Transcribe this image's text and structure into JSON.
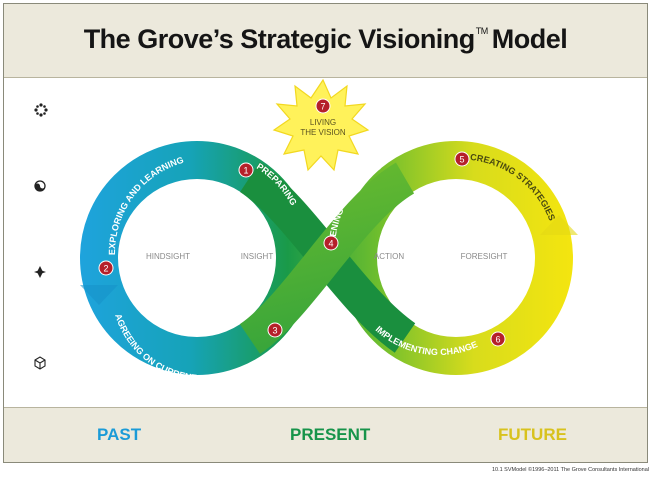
{
  "title": {
    "main": "The Grove’s Strategic Visioning",
    "trademark": "TM",
    "suffix": "Model"
  },
  "stages": [
    {
      "number": "1",
      "label": "PREPARING"
    },
    {
      "number": "2",
      "label": "EXPLORING AND LEARNING"
    },
    {
      "number": "3",
      "label": "AGREEING ON CURRENT REALITIES"
    },
    {
      "number": "4",
      "label": "OPENING TO A VISION"
    },
    {
      "number": "5",
      "label": "CREATING STRATEGIES"
    },
    {
      "number": "6",
      "label": "IMPLEMENTING CHANGE"
    },
    {
      "number": "7",
      "label_line1": "LIVING",
      "label_line2": "THE VISION"
    }
  ],
  "inner_labels": {
    "hindsight": "HINDSIGHT",
    "insight": "INSIGHT",
    "action": "ACTION",
    "foresight": "FORESIGHT"
  },
  "footer": {
    "past": "PAST",
    "present": "PRESENT",
    "future": "FUTURE"
  },
  "colors": {
    "past": "#1b9bd7",
    "present": "#17944a",
    "future": "#d8c21e",
    "badge": "#b5202a",
    "header_bg": "#ece9dc"
  },
  "side_icons": [
    "sparkle-icon",
    "yin-yang-icon",
    "compass-icon",
    "cube-icon"
  ],
  "credit": "10.1 SVModel ©1996–2011 The Grove Consultants International"
}
